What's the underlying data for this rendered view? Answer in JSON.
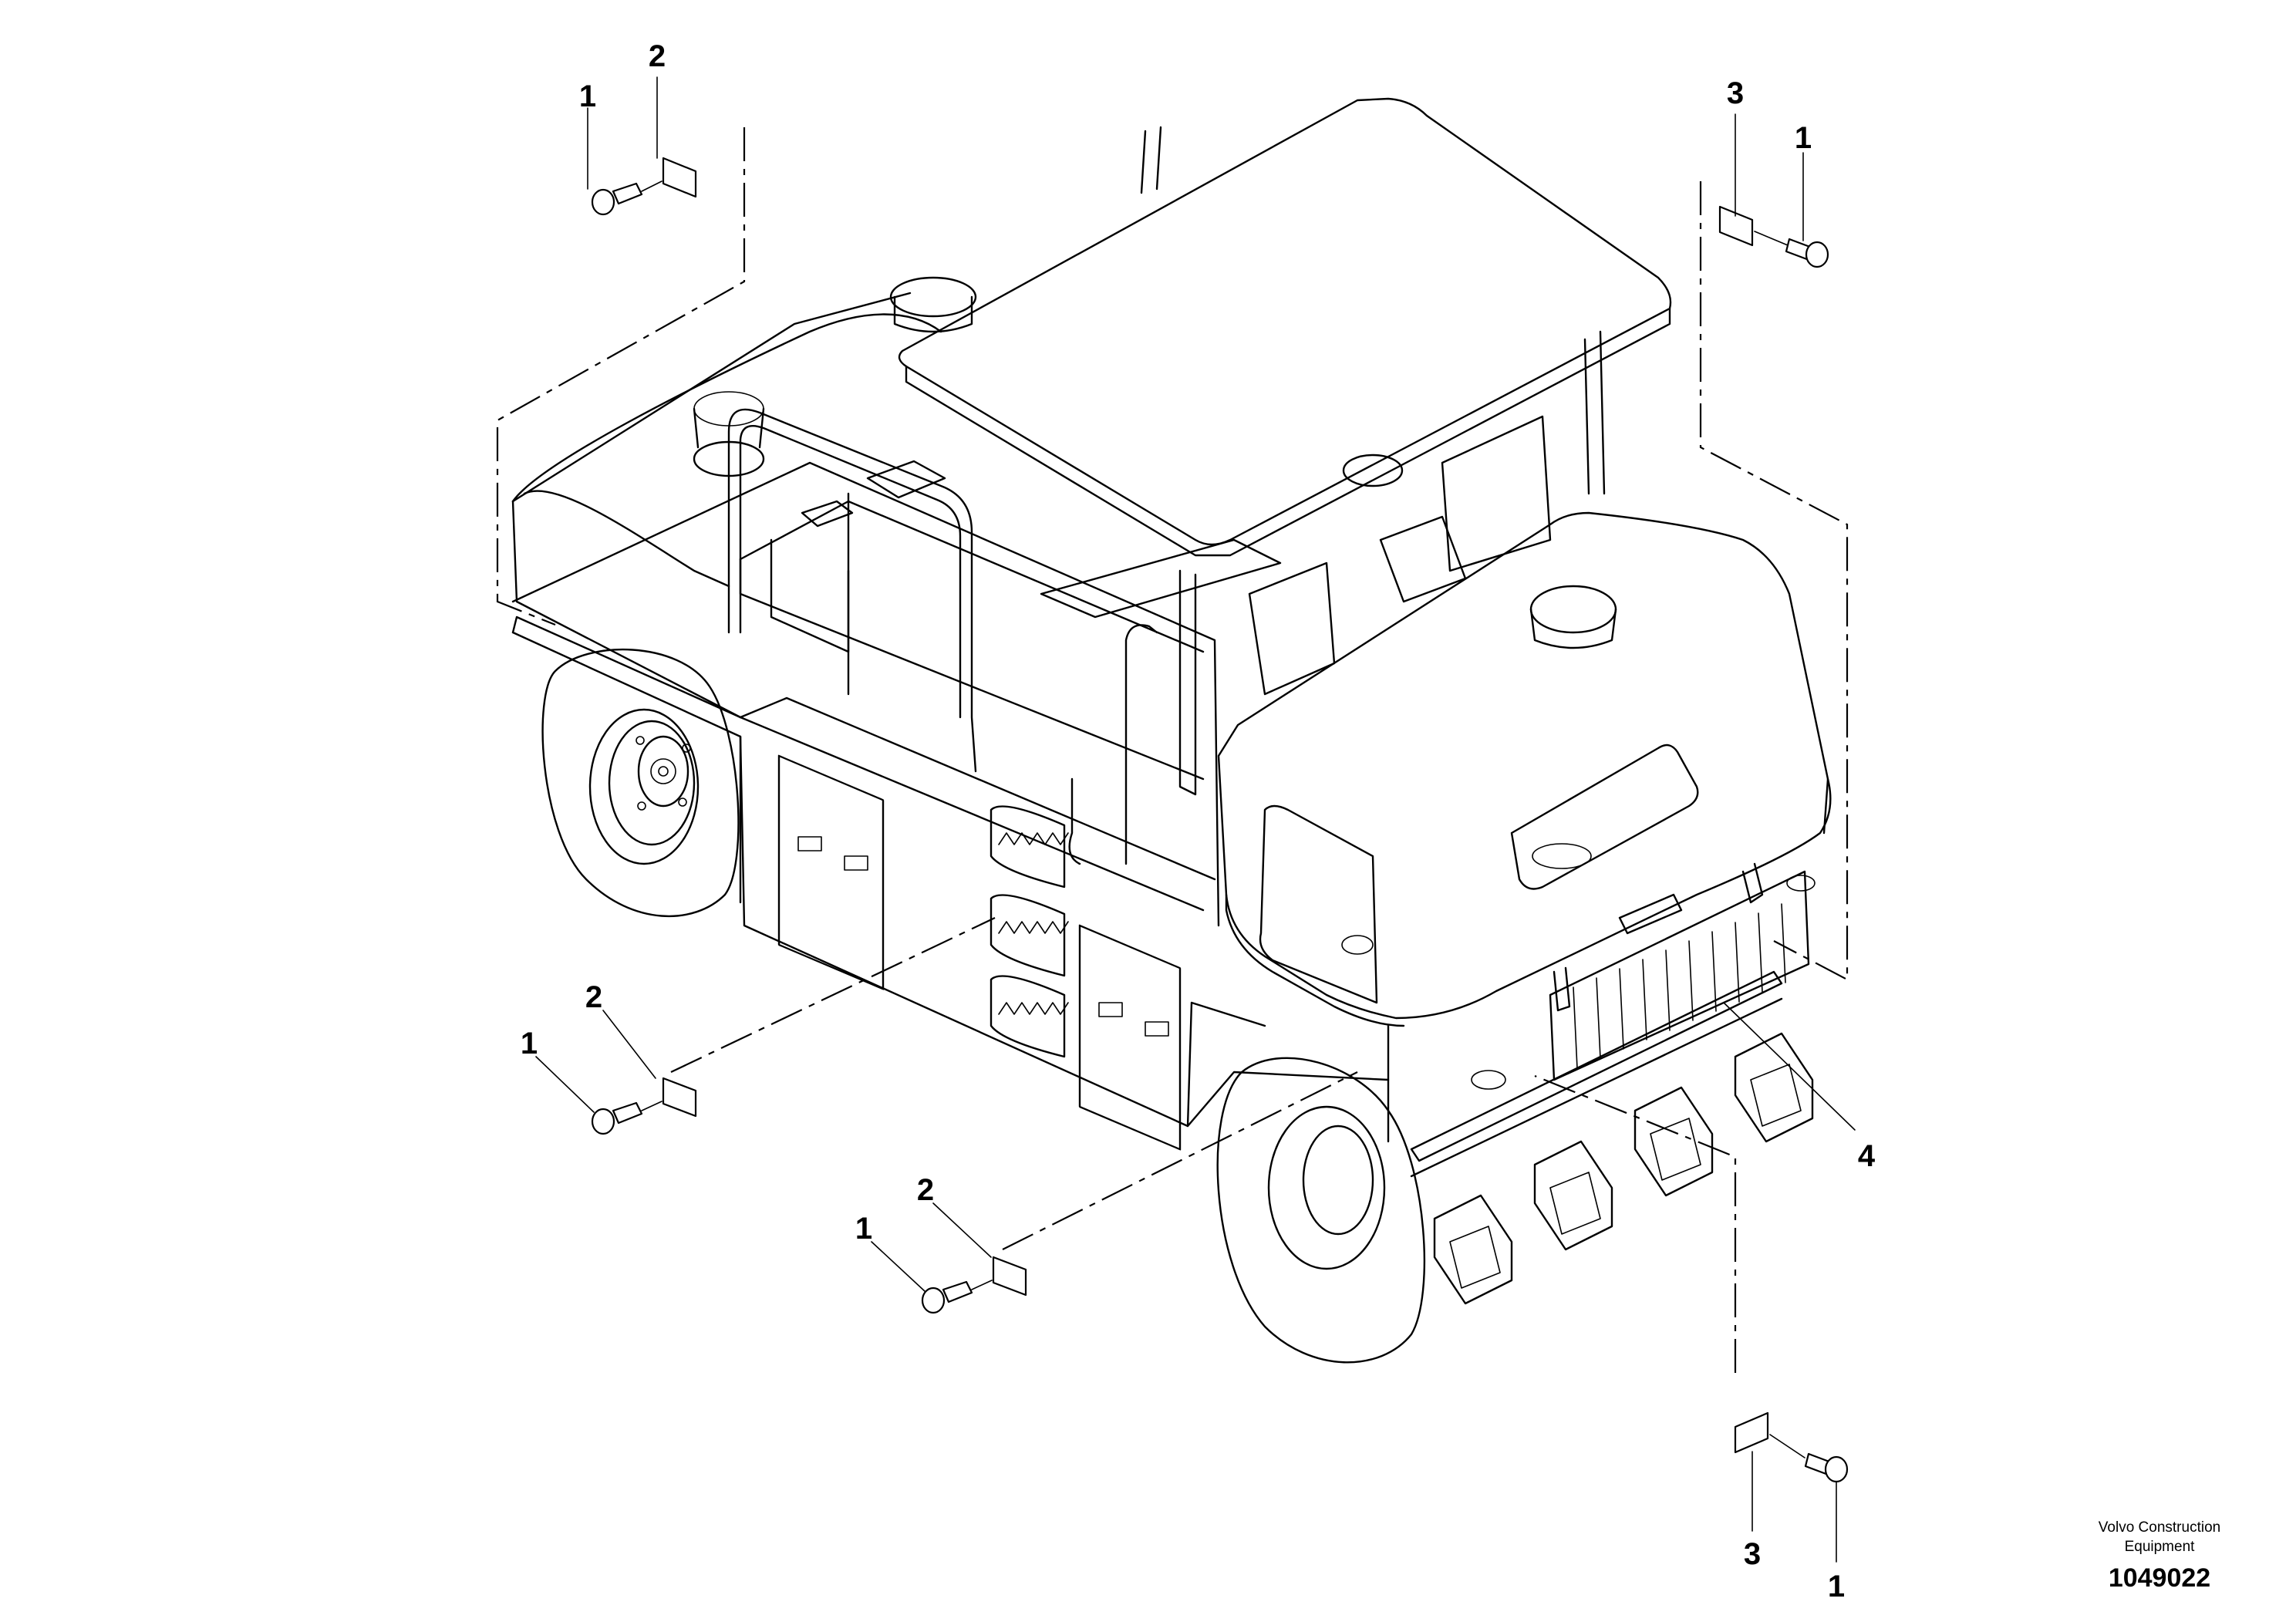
{
  "callouts": {
    "a1": "1",
    "a2": "2",
    "b1": "1",
    "b3": "3",
    "c1": "1",
    "c2": "2",
    "d1": "1",
    "d2": "2",
    "e3": "3",
    "e1": "1",
    "f4": "4"
  },
  "footer": {
    "brand_line1": "Volvo Construction",
    "brand_line2": "Equipment",
    "doc_number": "1049022"
  }
}
